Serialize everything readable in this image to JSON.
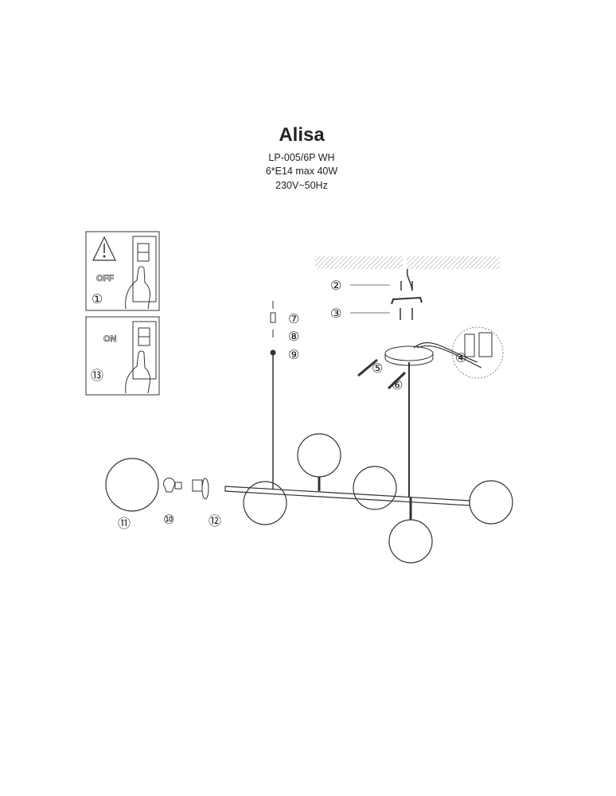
{
  "header": {
    "title": "Alisa",
    "model": "LP-005/6P WH",
    "bulbs": "6*E14 max 40W",
    "voltage": "230V~50Hz"
  },
  "panels": {
    "off_label": "OFF",
    "on_label": "ON"
  },
  "steps": {
    "s1": "①",
    "s2": "②",
    "s3": "③",
    "s4": "④",
    "s5": "⑤",
    "s6": "⑥",
    "s7": "⑦",
    "s8": "⑧",
    "s9": "⑨",
    "s10": "⑩",
    "s11": "⑪",
    "s12": "⑫",
    "s13": "⑬"
  },
  "icons": [
    "warning-icon",
    "light-switch-icon",
    "hand-icon",
    "screwdriver-icon",
    "screw-icon",
    "bulb-icon",
    "globe-icon"
  ]
}
